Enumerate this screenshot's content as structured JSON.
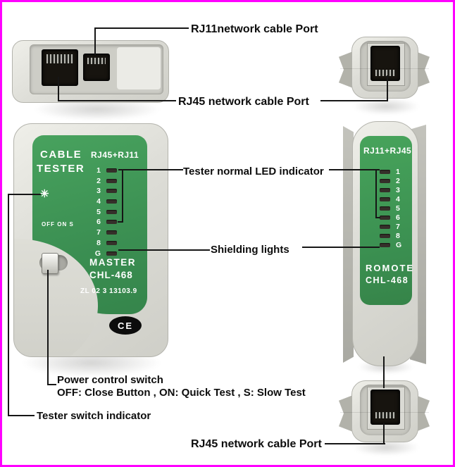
{
  "frame": {
    "border_color": "#ff00ff",
    "background": "#ffffff",
    "line_color": "#161616",
    "green_color": "#3f9455",
    "body_gray": "#dcdcd6"
  },
  "callouts": {
    "rj11_top": "RJ11network cable Port",
    "rj45_top": "RJ45 network cable Port",
    "led_indicator": "Tester normal LED indicator",
    "shielding": "Shielding lights",
    "power_title": "Power control switch",
    "power_desc": "OFF: Close Button , ON: Quick Test , S: Slow Test",
    "switch_indicator": "Tester switch indicator",
    "rj45_bottom": "RJ45 network cable Port"
  },
  "master": {
    "title_line1": "CABLE",
    "title_line2": "TESTER",
    "panel_header": "RJ45+RJ11",
    "led_rows": [
      "1",
      "2",
      "3",
      "4",
      "5",
      "6",
      "7",
      "8",
      "G"
    ],
    "switch_positions": "OFF ON S",
    "power_indicator_icon": "✳",
    "role": "MASTER",
    "model": "CHL-468",
    "serial": "ZL 02 3 13103.9",
    "ce_mark": "CE"
  },
  "remote": {
    "panel_header": "RJ11+RJ45",
    "led_rows": [
      "1",
      "2",
      "3",
      "4",
      "5",
      "6",
      "7",
      "8",
      "G"
    ],
    "role": "ROMOTE",
    "model": "CHL-468"
  }
}
